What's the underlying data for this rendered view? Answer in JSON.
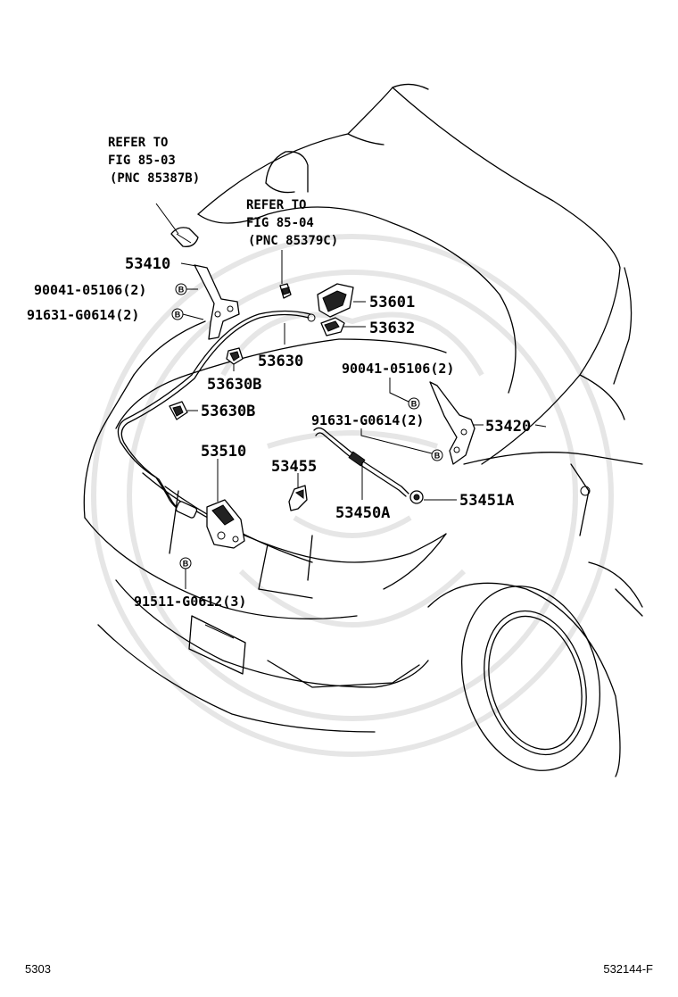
{
  "diagram": {
    "references": [
      {
        "lines": [
          "REFER TO",
          "FIG 85-03",
          "(PNC 85387B)"
        ]
      },
      {
        "lines": [
          "REFER TO",
          "FIG 85-04",
          "(PNC 85379C)"
        ]
      }
    ],
    "parts": {
      "p53410": "53410",
      "p90041_left": "90041-05106(2)",
      "p91631_left": "91631-G0614(2)",
      "p53601": "53601",
      "p53632": "53632",
      "p53630": "53630",
      "p53630b_1": "53630B",
      "p53630b_2": "53630B",
      "p90041_right": "90041-05106(2)",
      "p91631_right": "91631-G0614(2)",
      "p53420": "53420",
      "p53510": "53510",
      "p53455": "53455",
      "p53450a": "53450A",
      "p53451a": "53451A",
      "p91511": "91511-G0612(3)"
    },
    "fastener_badge": "B"
  },
  "footer": {
    "page_code": "5303",
    "figure_code": "532144-F"
  }
}
